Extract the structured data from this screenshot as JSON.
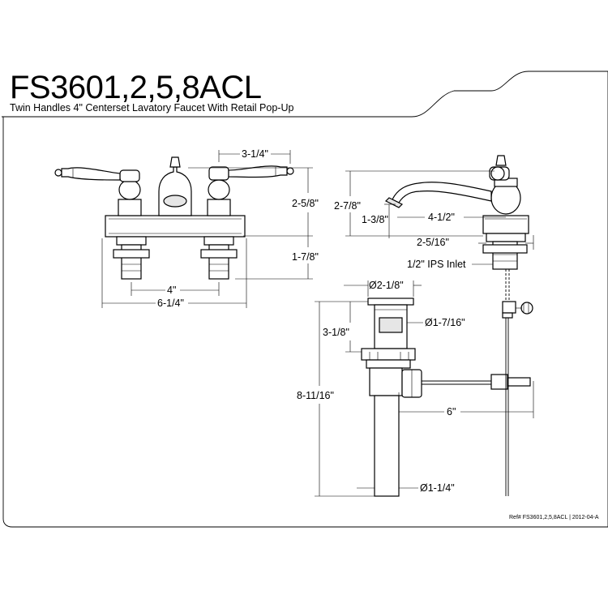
{
  "header": {
    "model": "FS3601,2,5,8ACL",
    "subtitle": "Twin Handles 4\" Centerset Lavatory Faucet With Retail Pop-Up"
  },
  "front_view": {
    "handle_spread": "3-1/4\"",
    "body_height": "2-5/8\"",
    "shank_length": "1-7/8\"",
    "centerset": "4\"",
    "overall_width": "6-1/4\""
  },
  "side_view": {
    "spout_height": "2-7/8\"",
    "spout_clearance": "1-3/8\"",
    "spout_reach": "4-1/2\"",
    "base_depth": "2-5/16\"",
    "inlet": "1/2\" IPS Inlet"
  },
  "drain_view": {
    "flange_diameter": "Ø2-1/8\"",
    "body_diameter": "Ø1-7/16\"",
    "flange_to_nut": "3-1/8\"",
    "overall_length": "8-11/16\"",
    "rod_length": "6\"",
    "tailpiece_diameter": "Ø1-1/4\""
  },
  "footer": {
    "reference": "Ref# FS3601,2,5,8ACL | 2012-04-A"
  }
}
